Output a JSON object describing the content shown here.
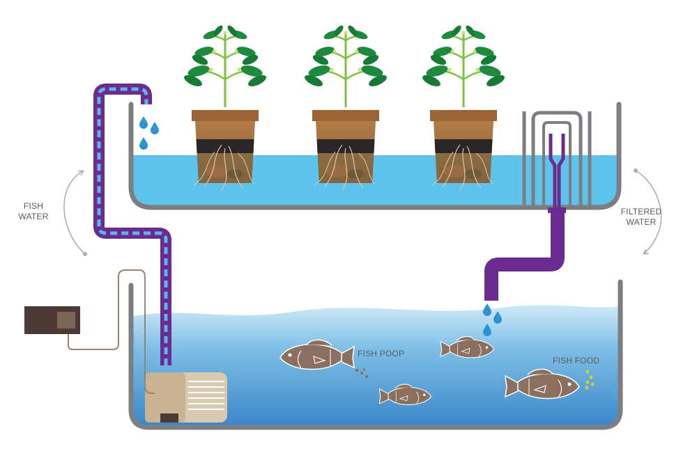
{
  "labels": {
    "fish_water": [
      "FISH",
      "WATER"
    ],
    "filtered_water": [
      "FILTERED",
      "WATER"
    ],
    "fish_poop": "FISH POOP",
    "fish_food": "FISH FOOD"
  },
  "colors": {
    "tank_wall": "#7c7e82",
    "grow_bed_water": "#5ec3ea",
    "fish_tank_water_top": "#b9dff3",
    "fish_tank_water_bottom": "#3f8fcf",
    "pipe_purple": "#6a2c91",
    "pipe_dash": "#5fb4e8",
    "drop_blue": "#2f93d1",
    "pot_brown": "#9b6a3c",
    "leaf_green": "#1e8a3e",
    "fish_brown": "#8b7060",
    "fish_food_yellow": "#cbd33a",
    "pump_beige": "#d8c9b1",
    "controller_brown": "#4e3a34",
    "cord_brown": "#9a8272"
  },
  "icons": [
    "plant-pot-icon",
    "fish-icon",
    "water-drop-icon",
    "pump-icon",
    "controller-icon",
    "cycle-arrow-icon"
  ]
}
